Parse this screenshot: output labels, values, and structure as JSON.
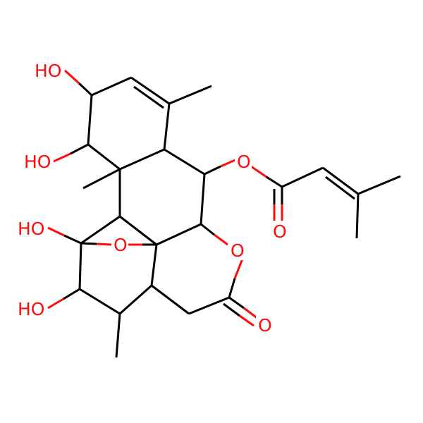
{
  "molecule": {
    "colors": {
      "carbon_bond": "#000000",
      "oxygen": "#ff0d0d",
      "background": "#ffffff"
    },
    "atom_labels": [
      {
        "id": "oh-top",
        "text": "HO",
        "element": "O"
      },
      {
        "id": "oh-upper-left",
        "text": "HO",
        "element": "O"
      },
      {
        "id": "oh-middle-left",
        "text": "HO",
        "element": "O"
      },
      {
        "id": "oh-lower-left",
        "text": "HO",
        "element": "O"
      },
      {
        "id": "o-bridge",
        "text": "O",
        "element": "O"
      },
      {
        "id": "o-lactone-ring",
        "text": "O",
        "element": "O"
      },
      {
        "id": "o-lactone-carbonyl",
        "text": "O",
        "element": "O"
      },
      {
        "id": "o-ester-link",
        "text": "O",
        "element": "O"
      },
      {
        "id": "o-ester-carbonyl",
        "text": "O",
        "element": "O"
      }
    ]
  }
}
